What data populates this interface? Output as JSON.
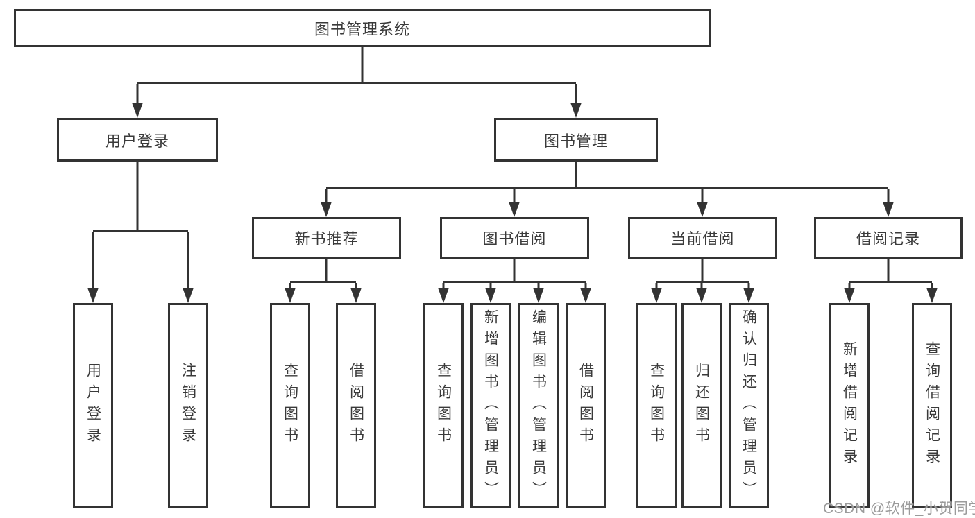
{
  "nodes": {
    "root": "图书管理系统",
    "user_login": "用户登录",
    "book_management": "图书管理",
    "new_book_recommend": "新书推荐",
    "book_borrow": "图书借阅",
    "current_borrow": "当前借阅",
    "borrow_record": "借阅记录"
  },
  "leaves": {
    "user_login_group": [
      "用户登录",
      "注销登录"
    ],
    "new_book_group": [
      "查询图书",
      "借阅图书"
    ],
    "book_borrow_group": [
      "查询图书",
      "新增图书（管理员）",
      "编辑图书（管理员）",
      "借阅图书"
    ],
    "current_borrow_group": [
      "查询图书",
      "归还图书",
      "确认归还（管理员）"
    ],
    "borrow_record_group": [
      "新增借阅记录",
      "查询借阅记录"
    ]
  },
  "watermark": {
    "text": "CSDN @软件_小贺同学"
  },
  "colors": {
    "background": "#ffffff",
    "line": "#333333",
    "border": "#333333",
    "text": "#3a3a3a",
    "watermark": "#9b9b9b"
  }
}
